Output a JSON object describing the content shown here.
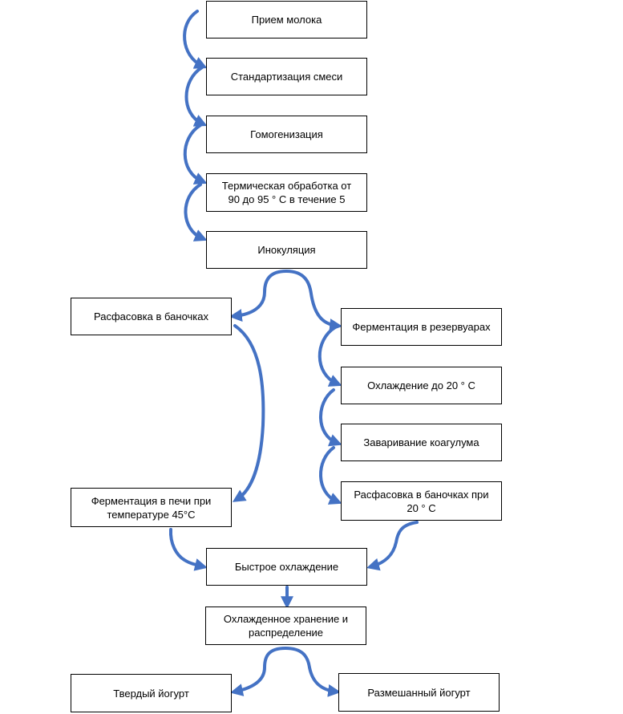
{
  "colors": {
    "arrow": "#4472c4",
    "box_border": "#000000"
  },
  "steps": {
    "reception": "Прием молока",
    "standardization": "Стандартизация  смеси",
    "homogenization": "Гомогенизация",
    "heat_treatment": "Термическая  обработка  от\n90  до 95  ° С в течение  5",
    "inoculation": "Инокуляция",
    "packing_jars": "Расфасовка  в баночках",
    "oven_fermentation": "Ферментация  в печи при\nтемпературе  45°С",
    "tank_fermentation": "Ферментация  в резервуарах",
    "cooling_20": "Охлаждение  до 20  ° С",
    "coagulum_brewing": "Заваривание  коагулума",
    "packing_jars_20": "Расфасовка  в баночках  при\n20  ° С",
    "rapid_cooling": "Быстрое  охлаждение",
    "cold_storage": "Охлажденное  хранение  и\nраспределение",
    "set_yogurt": "Твердый  йогурт",
    "stirred_yogurt": "Размешанный  йогурт"
  }
}
